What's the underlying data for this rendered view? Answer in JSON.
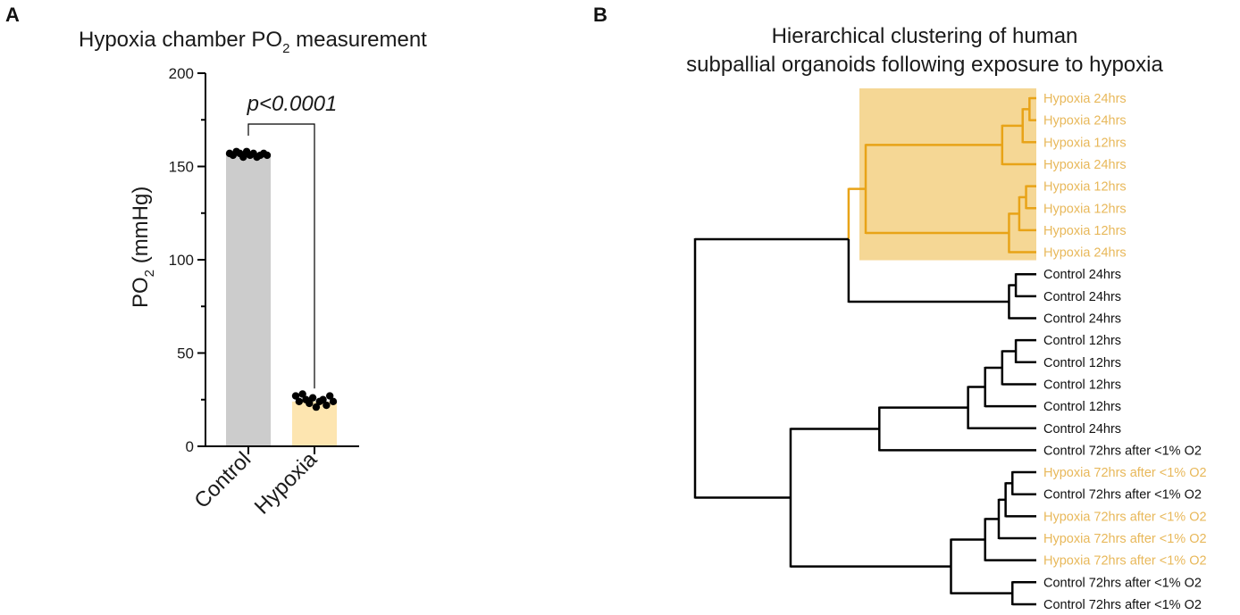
{
  "panels": {
    "a": {
      "letter": "A"
    },
    "b": {
      "letter": "B"
    }
  },
  "chart_data": [
    {
      "type": "bar",
      "title": "Hypoxia chamber PO",
      "title_subscript": "2",
      "title_suffix": " measurement",
      "ylabel": "PO",
      "ylabel_subscript": "2",
      "ylabel_suffix": " (mmHg)",
      "xlabel": "",
      "ylim": [
        0,
        200
      ],
      "yticks": [
        0,
        50,
        100,
        150,
        200
      ],
      "yticks_minor": [
        25,
        75,
        125,
        175
      ],
      "grid": false,
      "categories": [
        "Control",
        "Hypoxia"
      ],
      "values": [
        157,
        24
      ],
      "bar_colors": [
        "#cccccc",
        "#fde5b0"
      ],
      "points": [
        [
          157,
          156,
          158,
          157,
          155,
          158,
          156,
          157,
          155,
          156,
          157,
          156
        ],
        [
          27,
          24,
          28,
          25,
          23,
          26,
          21,
          24,
          25,
          22,
          27,
          24
        ]
      ],
      "annotation": {
        "text": "p<0.0001",
        "between": [
          "Control",
          "Hypoxia"
        ]
      }
    },
    {
      "type": "dendrogram",
      "title_lines": [
        "Hierarchical clustering of human",
        "subpallial organoids following exposure to hypoxia"
      ],
      "highlight_color": "#e8a317",
      "highlight_fill": "#f5d795",
      "hypoxia_label_color": "#e8b85a",
      "leaves": [
        {
          "label": "Hypoxia 24hrs",
          "group": "hypoxia-acute"
        },
        {
          "label": "Hypoxia 24hrs",
          "group": "hypoxia-acute"
        },
        {
          "label": "Hypoxia 12hrs",
          "group": "hypoxia-acute"
        },
        {
          "label": "Hypoxia 24hrs",
          "group": "hypoxia-acute"
        },
        {
          "label": "Hypoxia 12hrs",
          "group": "hypoxia-acute"
        },
        {
          "label": "Hypoxia 12hrs",
          "group": "hypoxia-acute"
        },
        {
          "label": "Hypoxia 12hrs",
          "group": "hypoxia-acute"
        },
        {
          "label": "Hypoxia 24hrs",
          "group": "hypoxia-acute"
        },
        {
          "label": "Control 24hrs",
          "group": "control"
        },
        {
          "label": "Control 24hrs",
          "group": "control"
        },
        {
          "label": "Control 24hrs",
          "group": "control"
        },
        {
          "label": "Control 12hrs",
          "group": "control"
        },
        {
          "label": "Control 12hrs",
          "group": "control"
        },
        {
          "label": "Control 12hrs",
          "group": "control"
        },
        {
          "label": "Control 12hrs",
          "group": "control"
        },
        {
          "label": "Control 24hrs",
          "group": "control"
        },
        {
          "label": "Control 72hrs after <1% O2",
          "group": "control"
        },
        {
          "label": "Hypoxia 72hrs after <1% O2",
          "group": "hypoxia-recovery"
        },
        {
          "label": "Control 72hrs after <1% O2",
          "group": "control"
        },
        {
          "label": "Hypoxia 72hrs after <1% O2",
          "group": "hypoxia-recovery"
        },
        {
          "label": "Hypoxia 72hrs after <1% O2",
          "group": "hypoxia-recovery"
        },
        {
          "label": "Hypoxia 72hrs after <1% O2",
          "group": "hypoxia-recovery"
        },
        {
          "label": "Control 72hrs after <1% O2",
          "group": "control"
        },
        {
          "label": "Control 72hrs after <1% O2",
          "group": "control"
        }
      ],
      "merge_heights_relative": "root=1.0; hypoxia-cluster vs control-24 = 0.55; hypoxia cluster internal = 0.2; control block = 0.68",
      "tree": {
        "h": 1.0,
        "c": [
          {
            "h": 0.55,
            "c": [
              {
                "h": 0.5,
                "hl": true,
                "c": [
                  {
                    "h": 0.1,
                    "hl": true,
                    "c": [
                      {
                        "h": 0.04,
                        "hl": true,
                        "c": [
                          {
                            "h": 0.02,
                            "hl": true,
                            "c": [
                              0,
                              1
                            ]
                          },
                          2
                        ]
                      },
                      3
                    ]
                  },
                  {
                    "h": 0.08,
                    "hl": true,
                    "c": [
                      {
                        "h": 0.05,
                        "hl": true,
                        "c": [
                          {
                            "h": 0.03,
                            "hl": true,
                            "c": [
                              4,
                              5
                            ]
                          },
                          6
                        ]
                      },
                      7
                    ]
                  }
                ]
              },
              {
                "h": 0.08,
                "c": [
                  {
                    "h": 0.06,
                    "c": [
                      8,
                      9
                    ]
                  },
                  10
                ]
              }
            ]
          },
          {
            "h": 0.72,
            "c": [
              {
                "h": 0.46,
                "c": [
                  {
                    "h": 0.2,
                    "c": [
                      {
                        "h": 0.15,
                        "c": [
                          {
                            "h": 0.1,
                            "c": [
                              {
                                "h": 0.06,
                                "c": [
                                  11,
                                  12
                                ]
                              },
                              13
                            ]
                          },
                          14
                        ]
                      },
                      15
                    ]
                  },
                  16
                ]
              },
              {
                "h": 0.25,
                "c": [
                  {
                    "h": 0.15,
                    "c": [
                      {
                        "h": 0.11,
                        "c": [
                          {
                            "h": 0.09,
                            "c": [
                              {
                                "h": 0.07,
                                "c": [
                                  17,
                                  18
                                ]
                              },
                              19
                            ]
                          },
                          20
                        ]
                      },
                      21
                    ]
                  },
                  {
                    "h": 0.07,
                    "c": [
                      22,
                      23
                    ]
                  }
                ]
              }
            ]
          }
        ]
      }
    }
  ]
}
